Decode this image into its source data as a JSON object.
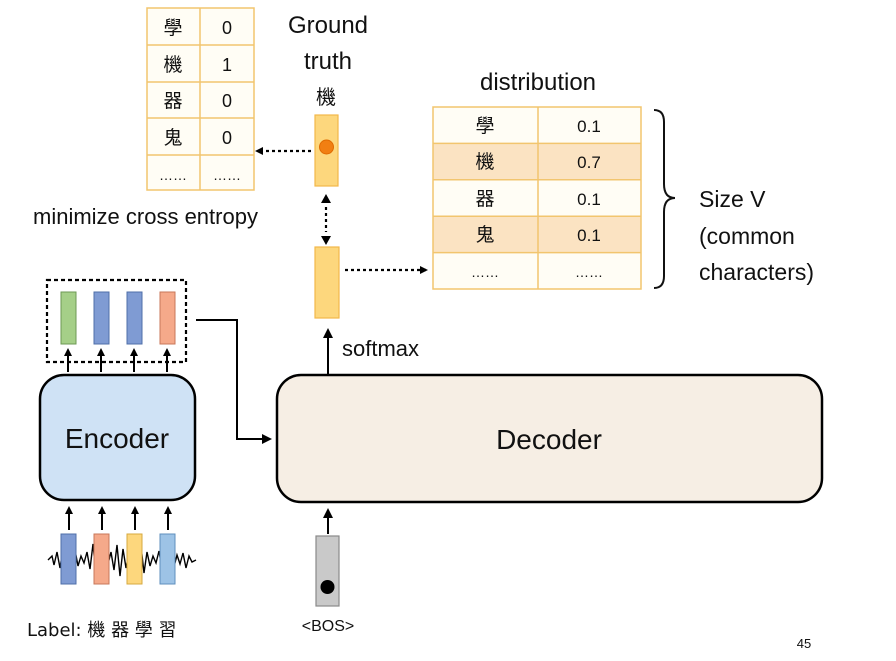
{
  "ground_truth": {
    "title_line1": "Ground",
    "title_line2": "truth",
    "char": "機",
    "table": [
      {
        "char": "學",
        "value": "0"
      },
      {
        "char": "機",
        "value": "1"
      },
      {
        "char": "器",
        "value": "0"
      },
      {
        "char": "鬼",
        "value": "0"
      },
      {
        "char": "……",
        "value": "……"
      }
    ]
  },
  "distribution": {
    "title": "distribution",
    "table": [
      {
        "char": "學",
        "value": "0.1"
      },
      {
        "char": "機",
        "value": "0.7"
      },
      {
        "char": "器",
        "value": "0.1"
      },
      {
        "char": "鬼",
        "value": "0.1"
      },
      {
        "char": "……",
        "value": "……"
      }
    ],
    "brace_label_line1": "Size V",
    "brace_label_line2": "(common",
    "brace_label_line3": "characters)"
  },
  "loss_label": "minimize cross entropy",
  "softmax_label": "softmax",
  "encoder_label": "Encoder",
  "decoder_label": "Decoder",
  "bos_label": "<BOS>",
  "footer_label": "Label: 機 器 學 習",
  "page_number": "45",
  "colors": {
    "encoder_fill": "#cfe2f5",
    "decoder_fill": "#f6eee4",
    "table_alt": "#fbe3c2",
    "bar_orange": "#fdd77d",
    "dot_orange": "#f17f12",
    "vec_green": "#a5cf88",
    "vec_blue": "#7f9bd3",
    "vec_salmon": "#f5a98a",
    "vec_yellow": "#fdd77d",
    "vec_lightblue": "#9dc3e6"
  }
}
